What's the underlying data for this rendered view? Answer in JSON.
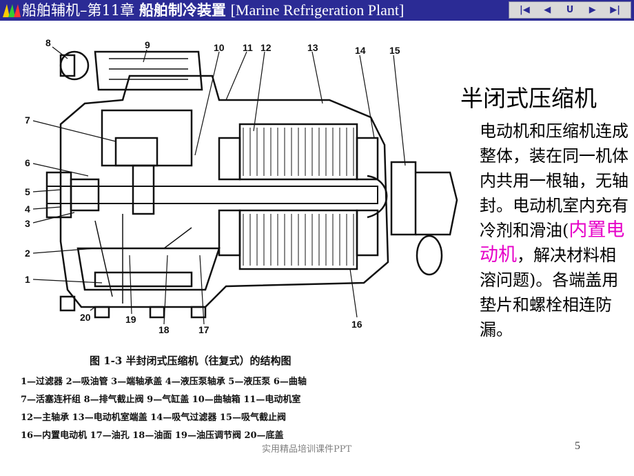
{
  "header": {
    "chapter": "船舶辅机–第11章",
    "topic": "船舶制冷装置",
    "english": "[Marine Refrigeration Plant]",
    "nav": [
      "|◀",
      "◀",
      "U",
      "▶",
      "▶|"
    ]
  },
  "diagram": {
    "labels": [
      "8",
      "9",
      "10",
      "11",
      "12",
      "13",
      "14",
      "15",
      "7",
      "6",
      "5",
      "4",
      "3",
      "2",
      "1",
      "20",
      "19",
      "18",
      "17",
      "16"
    ],
    "caption": "图 1-3  半封闭式压缩机（往复式）的结构图",
    "legend": [
      "1—过滤器  2—吸油管  3—端轴承盖  4—液压泵轴承  5—液压泵  6—曲轴",
      "7—活塞连杆组  8—排气截止阀  9—气缸盖  10—曲轴箱  11—电动机室",
      "12—主轴承  13—电动机室端盖  14—吸气过滤器  15—吸气截止阀",
      "16—内置电动机  17—油孔  18—油面  19—油压调节阀  20—底盖"
    ]
  },
  "content": {
    "heading": "半闭式压缩机",
    "body_before": "电动机和压缩机连成整体，装在同一机体内共用一根轴，无轴封。电动机室内充有冷剂和滑油(",
    "highlight": "内置电动机",
    "body_after": "，解决材料相溶问题)。各端盖用垫片和螺栓相连防漏。"
  },
  "footer": {
    "text": "实用精品培训课件PPT",
    "page": "5"
  },
  "colors": {
    "titlebar": "#2b2b95",
    "highlight": "#e600c8"
  }
}
